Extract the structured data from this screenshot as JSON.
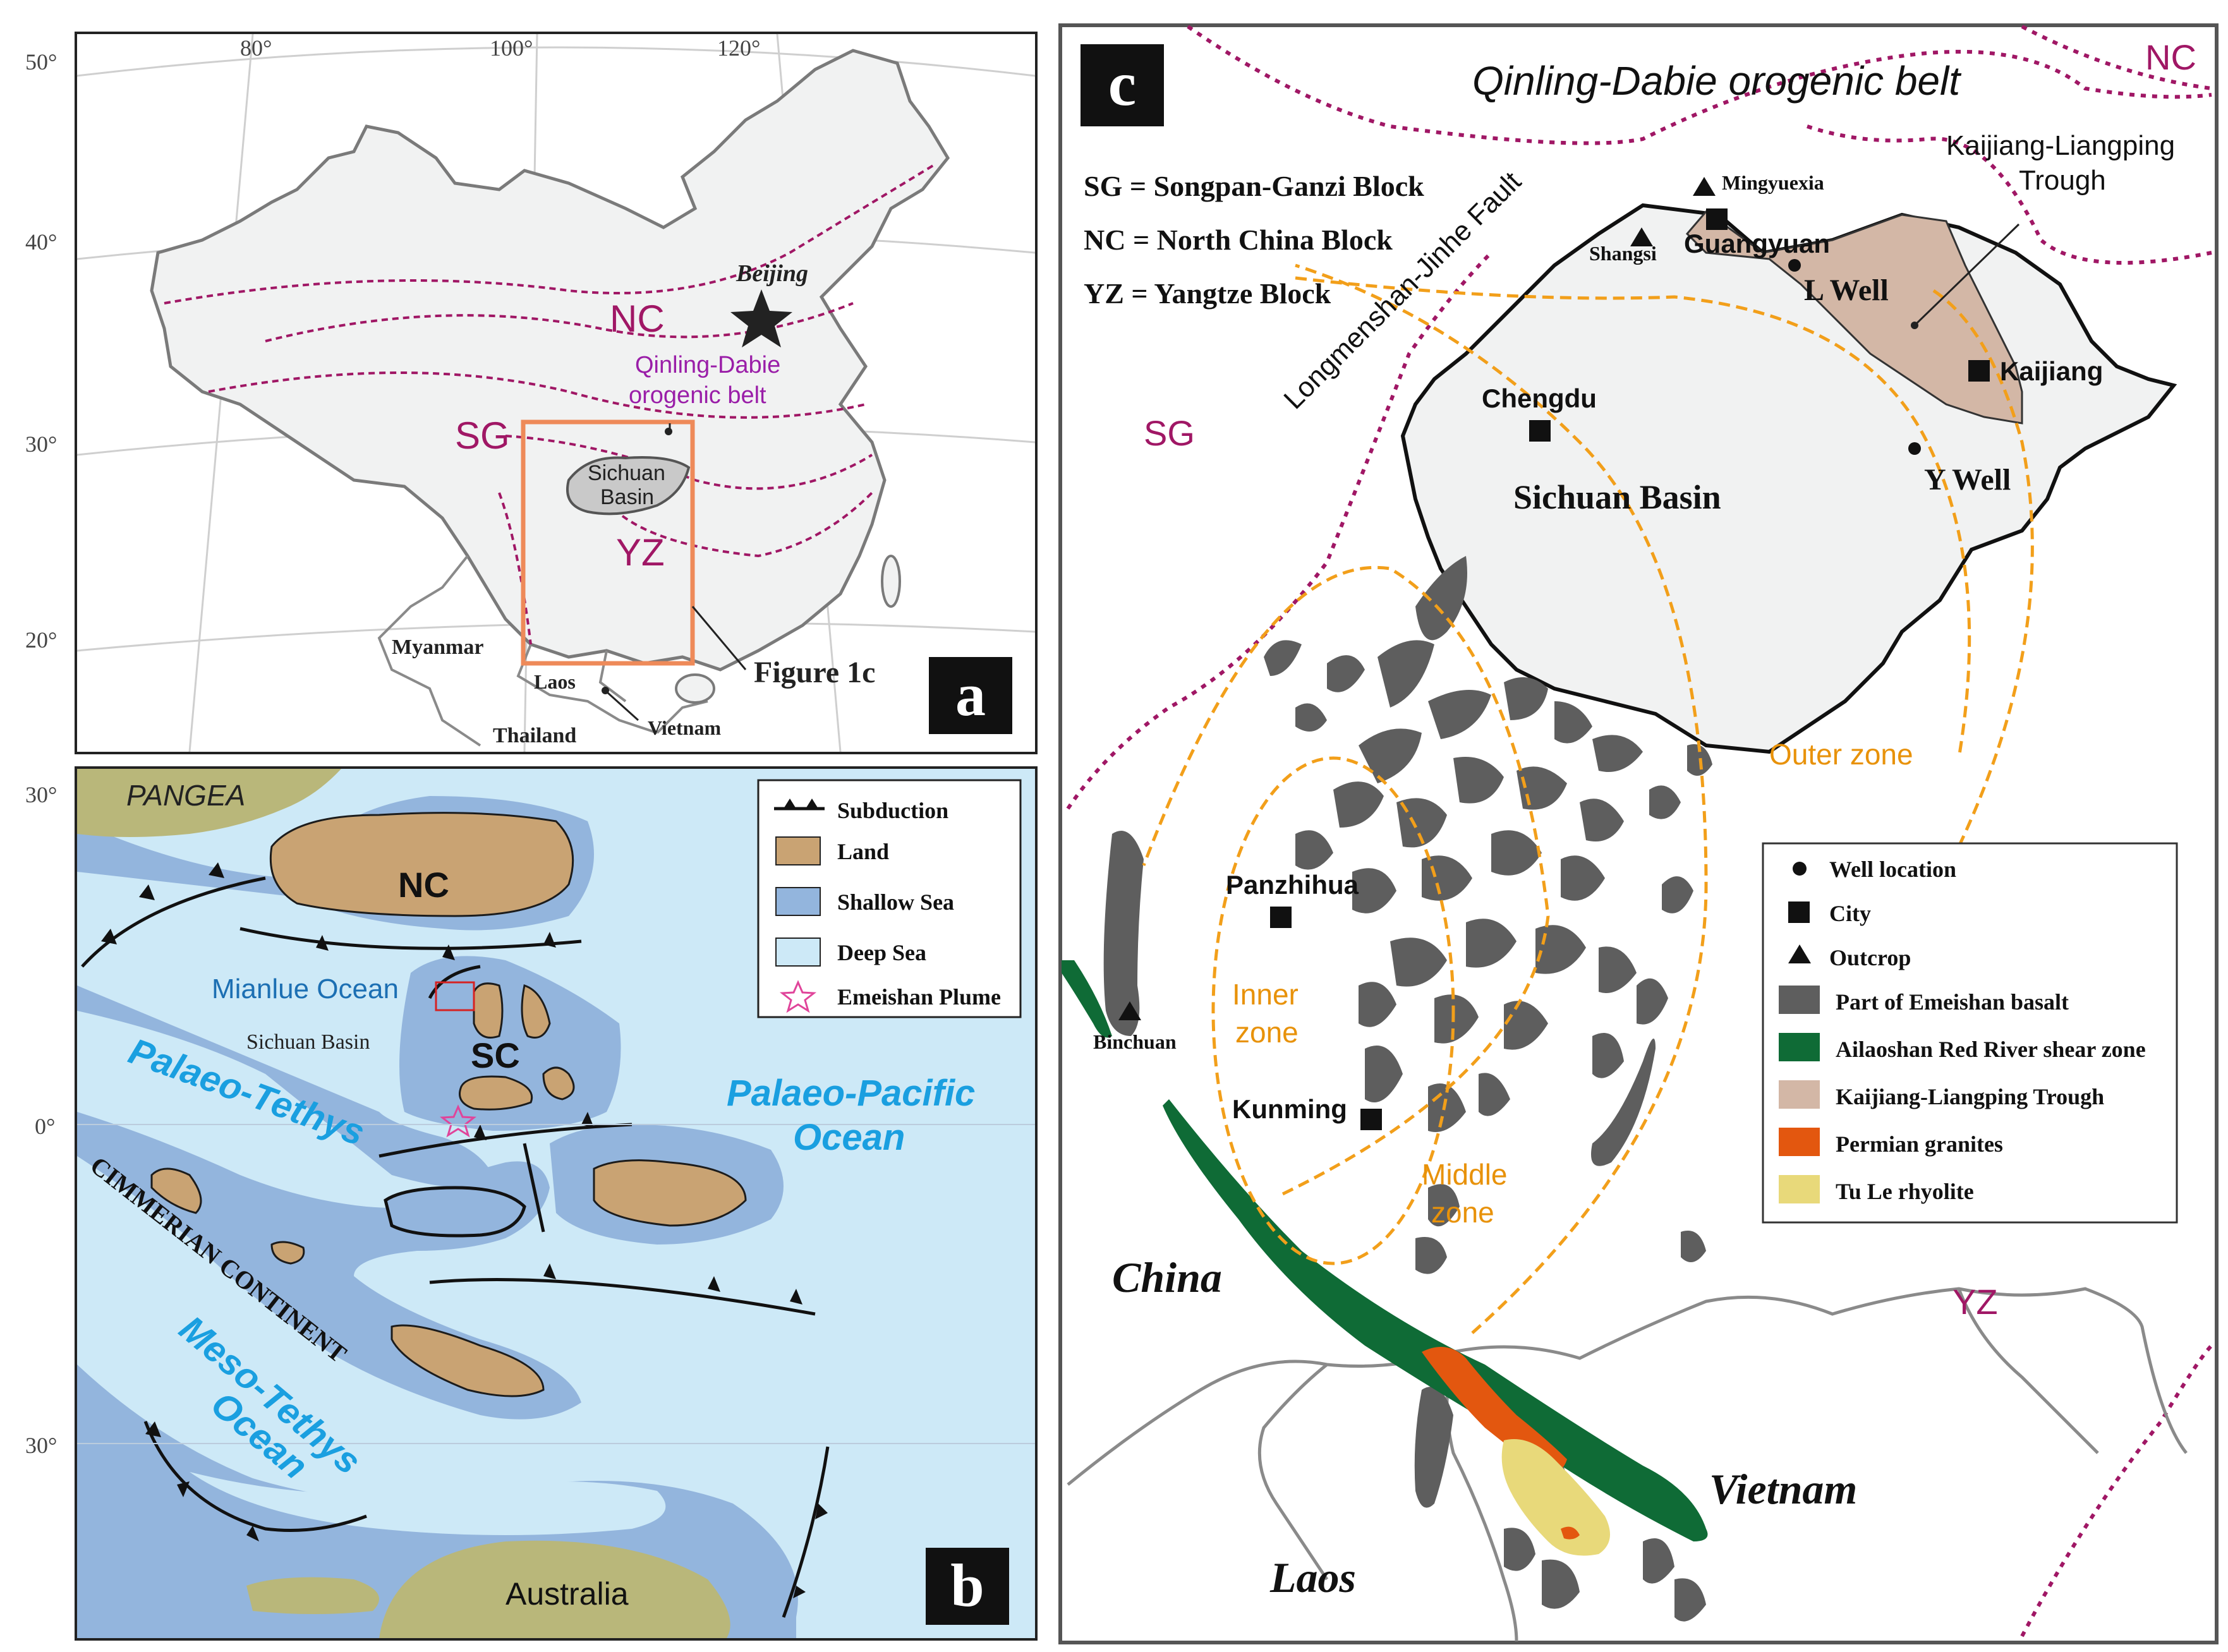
{
  "panel_a": {
    "label": "a",
    "lat_labels": [
      "50°",
      "40°",
      "30°",
      "20°"
    ],
    "lon_labels": [
      "80°",
      "100°",
      "120°"
    ],
    "beijing": "Beijing",
    "nc": "NC",
    "sg": "SG",
    "yz": "YZ",
    "qinling_line1": "Qinling-Dabie",
    "qinling_line2": "orogenic belt",
    "basin_line1": "Sichuan",
    "basin_line2": "Basin",
    "myanmar": "Myanmar",
    "laos": "Laos",
    "thailand": "Thailand",
    "vietnam": "Vietnam",
    "figure_ref": "Figure 1c"
  },
  "panel_b": {
    "label": "b",
    "lat_labels": [
      "30°",
      "0°",
      "30°"
    ],
    "pangea": "PANGEA",
    "nc": "NC",
    "sc": "SC",
    "mianlue": "Mianlue Ocean",
    "sichuan": "Sichuan Basin",
    "palaeo_tethys": "Palaeo-Tethys",
    "palaeo_pacific_1": "Palaeo-Pacific",
    "palaeo_pacific_2": "Ocean",
    "cimmerian": "CIMMERIAN CONTINENT",
    "meso_tethys_1": "Meso-Tethys",
    "meso_tethys_2": "Ocean",
    "australia": "Australia",
    "legend": {
      "subduction": "Subduction",
      "land": "Land",
      "shallow": "Shallow Sea",
      "deep": "Deep Sea",
      "plume": "Emeishan Plume"
    },
    "colors": {
      "land": "#c9a373",
      "shallow": "#93b5dd",
      "deep": "#cde9f7",
      "pangea": "#b9b77a",
      "plume": "#e0449a"
    }
  },
  "panel_c": {
    "label": "c",
    "title": "Qinling-Dabie orogenic belt",
    "nc": "NC",
    "sg": "SG",
    "yz": "YZ",
    "abbrev": [
      "SG = Songpan-Ganzi Block",
      "NC = North China Block",
      "YZ = Yangtze Block"
    ],
    "fault": "Longmenshan-Jinhe Fault",
    "trough_1": "Kaijiang-Liangping",
    "trough_2": "Trough",
    "mingyuexia": "Mingyuexia",
    "shangsi": "Shangsi",
    "guangyuan": "Guangyuan",
    "l_well": "L Well",
    "kaijiang": "Kaijiang",
    "chengdu": "Chengdu",
    "sichuan_basin": "Sichuan Basin",
    "y_well": "Y Well",
    "outer_zone": "Outer zone",
    "panzhihua": "Panzhihua",
    "inner_1": "Inner",
    "inner_2": "zone",
    "binchuan": "Binchuan",
    "kunming": "Kunming",
    "middle_1": "Middle",
    "middle_2": "zone",
    "china": "China",
    "vietnam": "Vietnam",
    "laos": "Laos",
    "legend": {
      "well": "Well location",
      "city": "City",
      "outcrop": "Outcrop",
      "basalt": "Part of Emeishan basalt",
      "shear": "Ailaoshan Red River shear zone",
      "trough": "Kaijiang-Liangping Trough",
      "granite": "Permian granites",
      "rhyolite": "Tu Le rhyolite"
    },
    "colors": {
      "basalt": "#5e5e5e",
      "shear": "#0f6b36",
      "trough": "#d3b7a6",
      "granite": "#e3570f",
      "rhyolite": "#e8d97a",
      "boundary": "#a01765",
      "zone": "#f29f1a",
      "zone_text": "#e8920a"
    }
  }
}
